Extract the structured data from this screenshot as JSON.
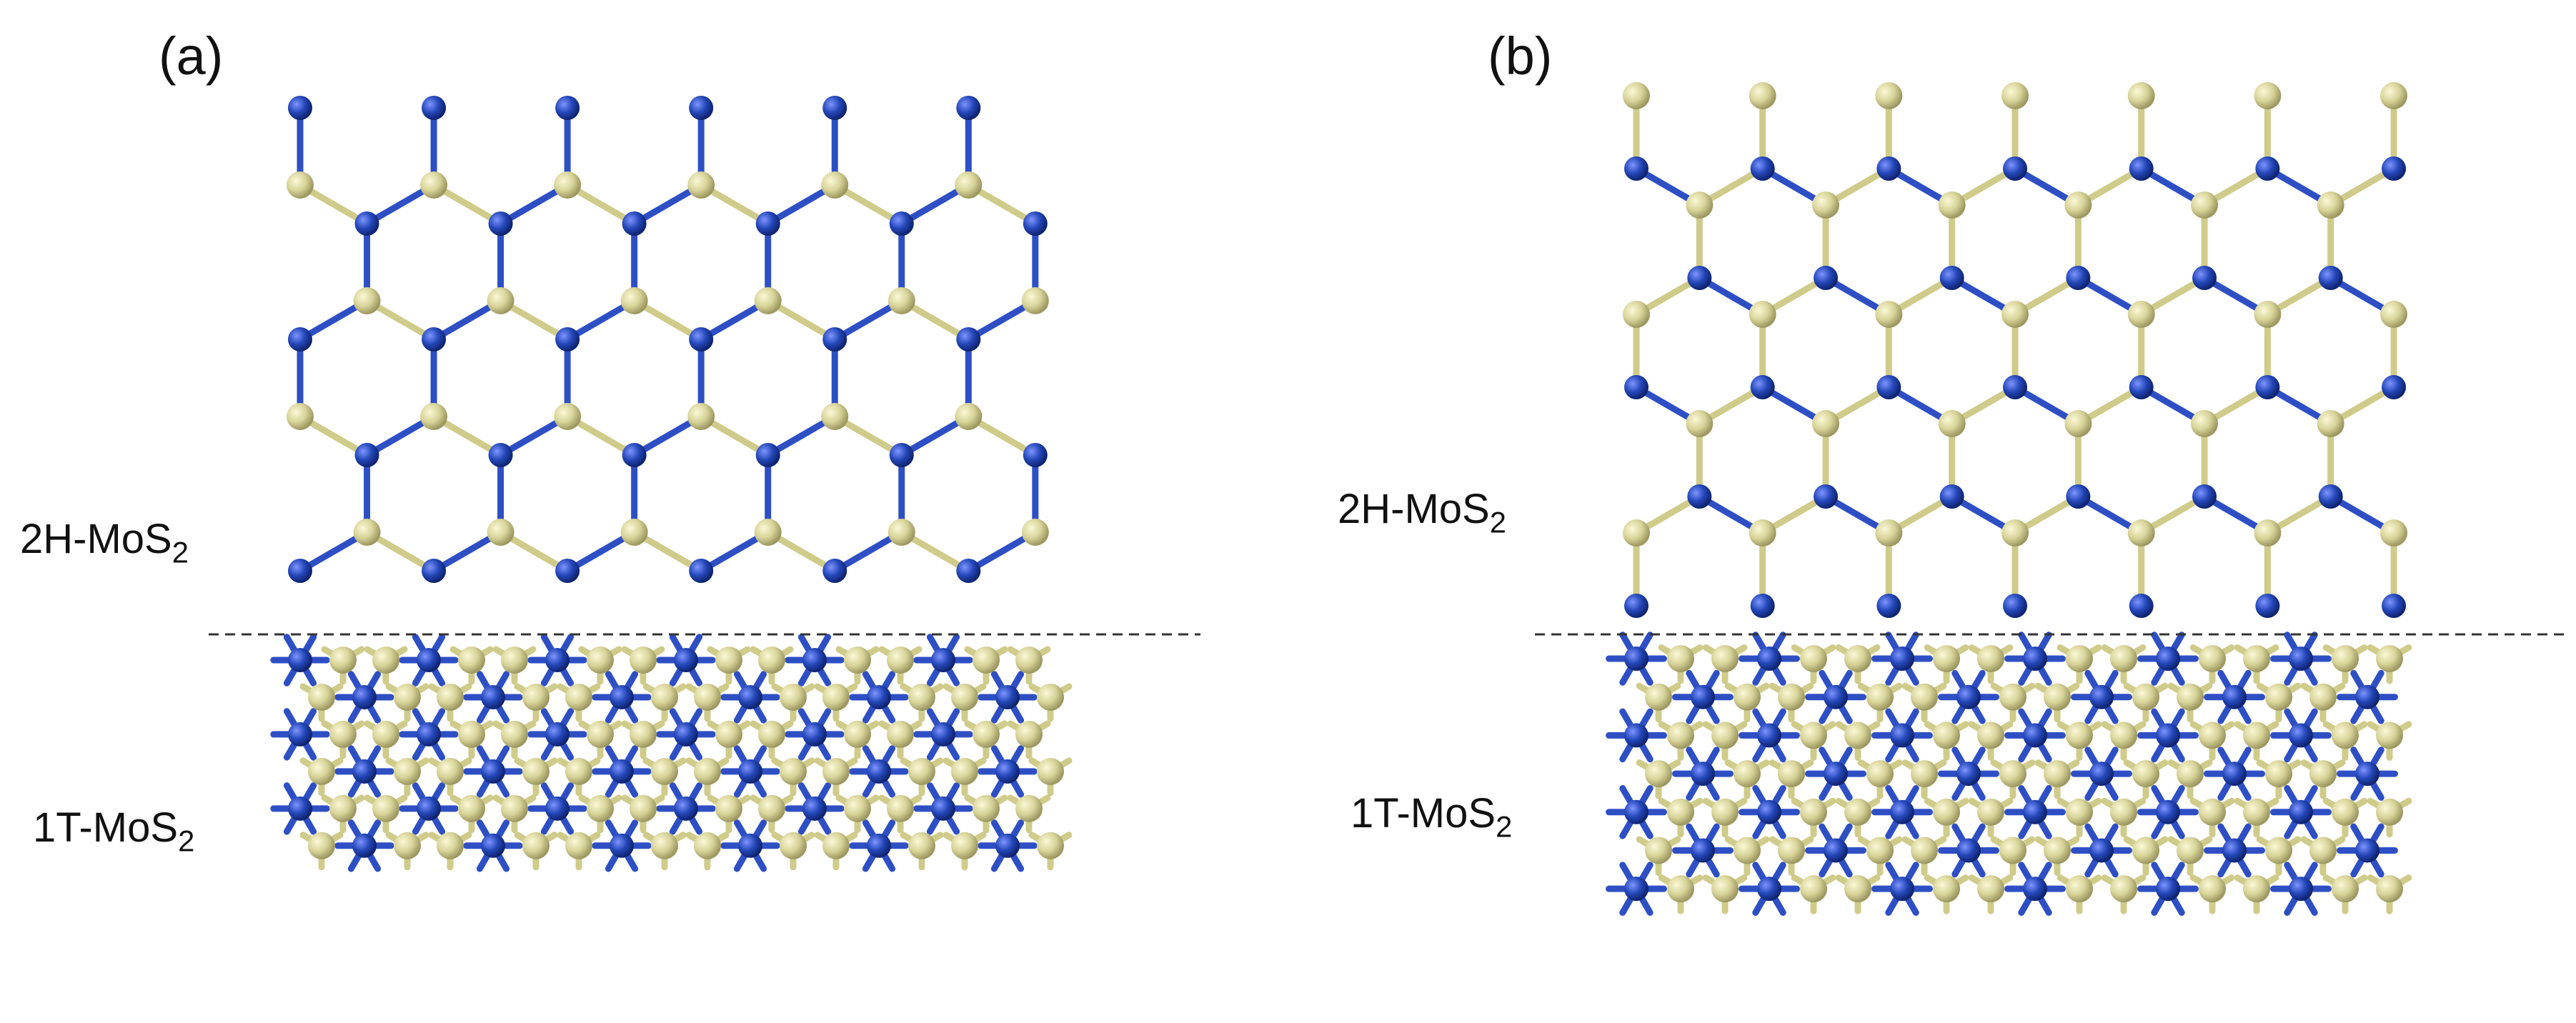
{
  "panels": [
    {
      "id": "a",
      "label": "(a)",
      "top_phase": {
        "prefix": "2H-MoS",
        "subscript": "2"
      },
      "bottom_phase": {
        "prefix": "1T-MoS",
        "subscript": "2"
      },
      "interface_line_style": "dashed"
    },
    {
      "id": "b",
      "label": "(b)",
      "top_phase": {
        "prefix": "2H-MoS",
        "subscript": "2"
      },
      "bottom_phase": {
        "prefix": "1T-MoS",
        "subscript": "2"
      },
      "interface_line_style": "dashed"
    }
  ],
  "colors": {
    "mo_atom": "#2447b8",
    "mo_bond": "#2e4fc4",
    "s_atom": "#d8d49a",
    "s_bond": "#cfcb8a",
    "interface_line": "#333333",
    "text": "#111111"
  }
}
